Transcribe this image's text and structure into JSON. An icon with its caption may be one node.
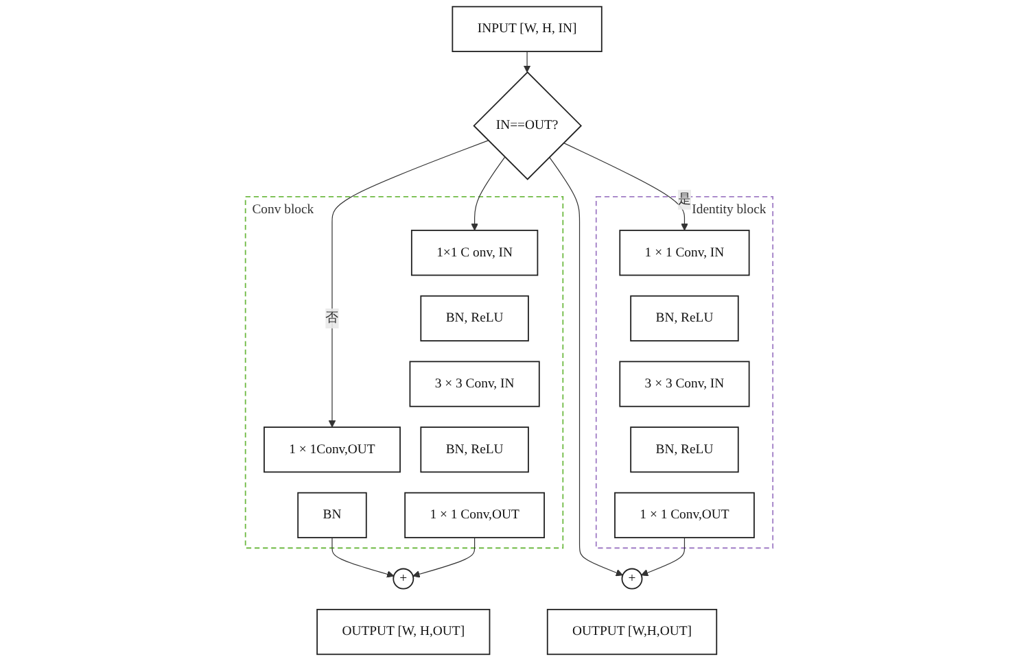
{
  "diagram": {
    "nodes": [
      {
        "text": [
          "INPUT [W, H, IN]"
        ]
      },
      {
        "text": [
          "IN==OUT?"
        ]
      },
      {
        "text": [
          "Conv block"
        ]
      },
      {
        "text": [
          "1 × 1Conv,OUT"
        ],
        "in": 2
      },
      {
        "text": [
          "BN"
        ],
        "in": 2
      },
      {
        "text": [
          "1×1 C onv, IN"
        ],
        "in": 2
      },
      {
        "text": [
          "BN, ReLU"
        ],
        "in": 2
      },
      {
        "text": [
          "3 × 3 Conv, IN"
        ],
        "in": 2
      },
      {
        "text": [
          "BN, ReLU"
        ],
        "in": 2
      },
      {
        "text": [
          "1 × 1 Conv,OUT"
        ],
        "in": 2
      },
      {
        "text": [
          "+"
        ]
      },
      {
        "text": [
          "OUTPUT [W, H,OUT]"
        ]
      },
      {
        "text": [
          "Identity block"
        ]
      },
      {
        "text": [
          "1 × 1 Conv, IN"
        ],
        "in": 12
      },
      {
        "text": [
          "BN, ReLU"
        ],
        "in": 12
      },
      {
        "text": [
          "3 × 3 Conv, IN"
        ],
        "in": 12
      },
      {
        "text": [
          "BN, ReLU"
        ],
        "in": 12
      },
      {
        "text": [
          "1 × 1 Conv,OUT"
        ],
        "in": 12
      },
      {
        "text": [
          "+"
        ]
      },
      {
        "text": [
          "OUTPUT [W,H,OUT]"
        ]
      }
    ],
    "edges": [
      {
        "from": 0,
        "to": 1,
        "arrow": "to"
      },
      {
        "from": 1,
        "to": 3,
        "arrow": "to",
        "label": "否"
      },
      {
        "from": 1,
        "to": 5,
        "arrow": "to"
      },
      {
        "from": 1,
        "to": 13,
        "arrow": "to",
        "label": "是"
      },
      {
        "from": 1,
        "to": 18,
        "arrow": "to"
      },
      {
        "from": 4,
        "to": 10,
        "arrow": "to"
      },
      {
        "from": 9,
        "to": 10,
        "arrow": "to"
      },
      {
        "from": 17,
        "to": 18,
        "arrow": "to"
      }
    ]
  }
}
